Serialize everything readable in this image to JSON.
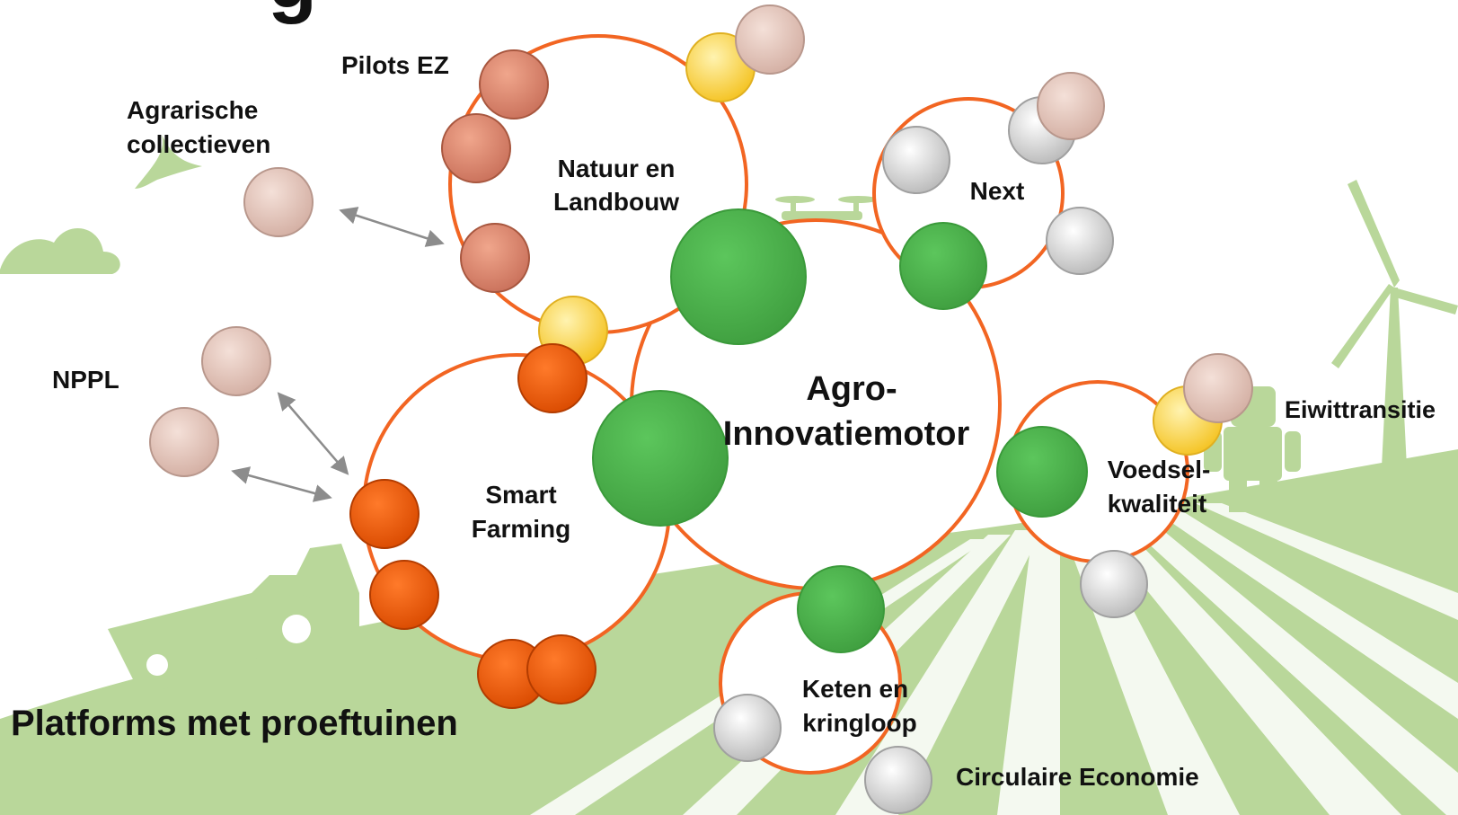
{
  "heading_fragment": "g",
  "hub": {
    "title_line1": "Agro-",
    "title_line2": "Innovatiemotor"
  },
  "platforms": {
    "natuur": {
      "line1": "Natuur en",
      "line2": "Landbouw"
    },
    "smart": {
      "line1": "Smart",
      "line2": "Farming"
    },
    "next": {
      "line1": "Next"
    },
    "voedsel": {
      "line1": "Voedsel-",
      "line2": "kwaliteit"
    },
    "keten": {
      "line1": "Keten en",
      "line2": "kringloop"
    }
  },
  "external_labels": {
    "pilots_ez": "Pilots EZ",
    "agrarische_line1": "Agrarische",
    "agrarische_line2": "collectieven",
    "nppl": "NPPL",
    "eiwittransitie": "Eiwittransitie",
    "circulaire": "Circulaire Economie"
  },
  "footer_title": "Platforms met proeftuinen",
  "colors": {
    "ring": "#f26522",
    "green": "#4caf50",
    "green_dark": "#2e8b2e",
    "salmon": "#e8957a",
    "orange": "#f25c05",
    "yellow": "#ffd54f",
    "pale": "#e8c8bd",
    "grey": "#d9d9d9",
    "background_green": "#b9d79a"
  }
}
